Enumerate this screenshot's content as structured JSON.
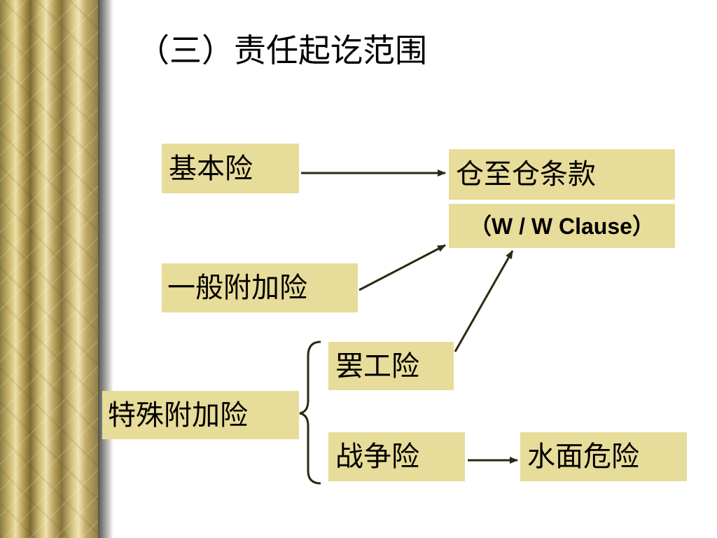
{
  "slide": {
    "title": "（三）责任起讫范围"
  },
  "diagram": {
    "nodes": {
      "basic_insurance": "基本险",
      "general_additional": "一般附加险",
      "special_additional": "特殊附加险",
      "strike_insurance": "罢工险",
      "war_insurance": "战争险",
      "water_risk": "水面危险",
      "warehouse_clause": "仓至仓条款",
      "warehouse_clause_en": "（W / W Clause）"
    },
    "edges": [
      {
        "from": "basic_insurance",
        "to": "warehouse_clause"
      },
      {
        "from": "general_additional",
        "to": "warehouse_clause"
      },
      {
        "from": "strike_insurance",
        "to": "warehouse_clause"
      },
      {
        "from": "war_insurance",
        "to": "water_risk"
      }
    ],
    "groupings": [
      {
        "parent": "special_additional",
        "children": [
          "strike_insurance",
          "war_insurance"
        ],
        "shape": "curly-brace"
      }
    ]
  },
  "colors": {
    "box_fill": "#e8dc9a",
    "line": "#2b2a10",
    "text": "#000000"
  }
}
